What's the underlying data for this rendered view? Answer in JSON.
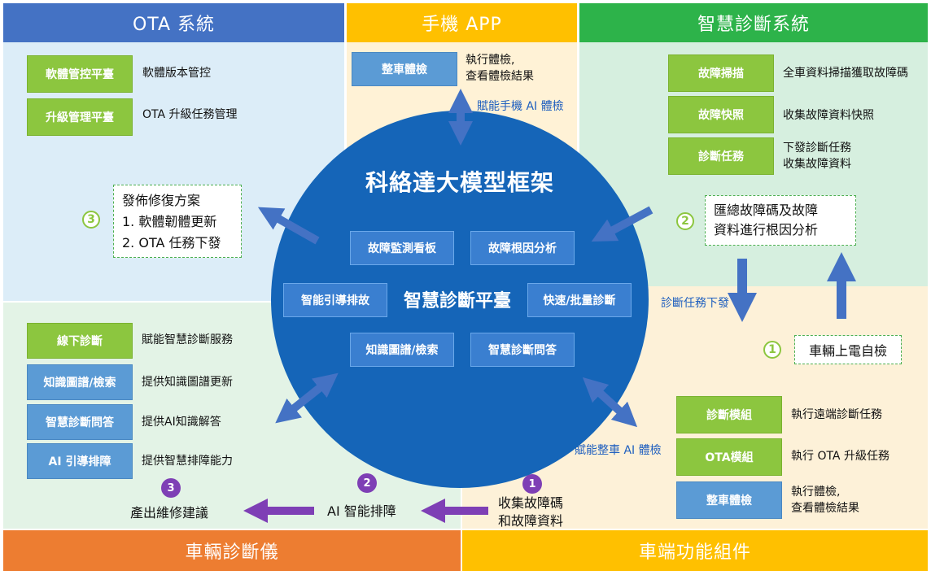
{
  "headers": {
    "ota": "OTA 系統",
    "app": "手機 APP",
    "smart": "智慧診斷系統",
    "diag": "車輛診斷儀",
    "vehicle": "車端功能組件"
  },
  "ota": {
    "items": [
      {
        "label": "軟體管控平臺",
        "desc": "軟體版本管控"
      },
      {
        "label": "升級管理平臺",
        "desc": "OTA 升級任務管理"
      }
    ],
    "step_num": "3",
    "publish_title": "發佈修復方案",
    "publish_lines": [
      "1. 軟體韌體更新",
      "2. OTA 任務下發"
    ]
  },
  "app": {
    "item_label": "整車體檢",
    "item_desc_lines": [
      "執行體檢,",
      "查看體檢結果"
    ],
    "arrow_label": "賦能手機 AI 體檢"
  },
  "smart": {
    "items": [
      {
        "label": "故障掃描",
        "desc": [
          "全車資料掃描獲取故障碼"
        ]
      },
      {
        "label": "故障快照",
        "desc": [
          "收集故障資料快照"
        ]
      },
      {
        "label": "診斷任務",
        "desc": [
          "下發診斷任務",
          "收集故障資料"
        ]
      }
    ],
    "step_num": "2",
    "analysis_lines": [
      "匯總故障碼及故障",
      "資料進行根因分析"
    ],
    "task_label": "診斷任務下發"
  },
  "vehicle": {
    "step_num": "1",
    "selfcheck": "車輛上電自檢",
    "arrow_label": "賦能整車 AI 體檢",
    "items": [
      {
        "label": "診斷模組",
        "desc": [
          "執行遠端診斷任務"
        ],
        "kind": "green"
      },
      {
        "label": "OTA模組",
        "desc": [
          "執行 OTA 升級任務"
        ],
        "kind": "green"
      },
      {
        "label": "整車體檢",
        "desc": [
          "執行體檢,",
          "查看體檢結果"
        ],
        "kind": "blue"
      }
    ]
  },
  "diag": {
    "items": [
      {
        "label": "線下診斷",
        "desc": "賦能智慧診斷服務",
        "kind": "green"
      },
      {
        "label": "知識圖譜/檢索",
        "desc": "提供知識圖譜更新",
        "kind": "blue"
      },
      {
        "label": "智慧診斷問答",
        "desc": "提供AI知識解答",
        "kind": "blue"
      },
      {
        "label": "AI 引導排障",
        "desc": "提供智慧排障能力",
        "kind": "blue"
      }
    ],
    "flow": [
      {
        "num": "3",
        "text": "產出維修建議"
      },
      {
        "num": "2",
        "text": "AI 智能排障"
      },
      {
        "num": "1",
        "text_lines": [
          "收集故障碼",
          "和故障資料"
        ]
      }
    ]
  },
  "center": {
    "title": "科絡達大模型框架",
    "subtitle": "智慧診斷平臺",
    "modules": [
      "故障監測看板",
      "故障根因分析",
      "智能引導排故",
      "快速/批量診斷",
      "知識圖譜/檢索",
      "智慧診斷問答"
    ]
  },
  "colors": {
    "ota": "#4472c4",
    "app": "#ffc000",
    "smart": "#2db34a",
    "diag": "#ed7d31",
    "vehicle": "#ffc000",
    "circle": "#1565b8",
    "arrow": "#4472c4",
    "purple": "#7e3fb5"
  }
}
